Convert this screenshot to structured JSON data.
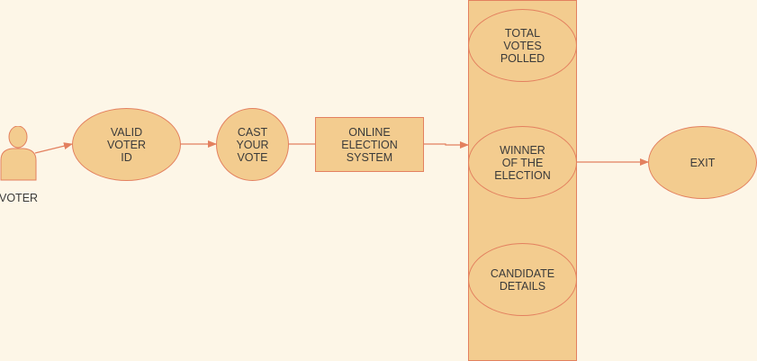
{
  "diagram": {
    "actor": {
      "label": "VOTER"
    },
    "nodes": {
      "valid_voter_id": "VALID\nVOTER\nID",
      "cast_your_vote": "CAST\nYOUR\nVOTE",
      "online_election_system": "ONLINE\nELECTION\nSYSTEM",
      "total_votes_polled": "TOTAL\nVOTES\nPOLLED",
      "winner_of_the_election": "WINNER\nOF THE\nELECTION",
      "candidate_details": "CANDIDATE\nDETAILS",
      "exit": "EXIT"
    },
    "colors": {
      "background": "#fdf6e7",
      "fill": "#f3cc8f",
      "stroke": "#e3805f",
      "text": "#3a3a3a"
    }
  }
}
